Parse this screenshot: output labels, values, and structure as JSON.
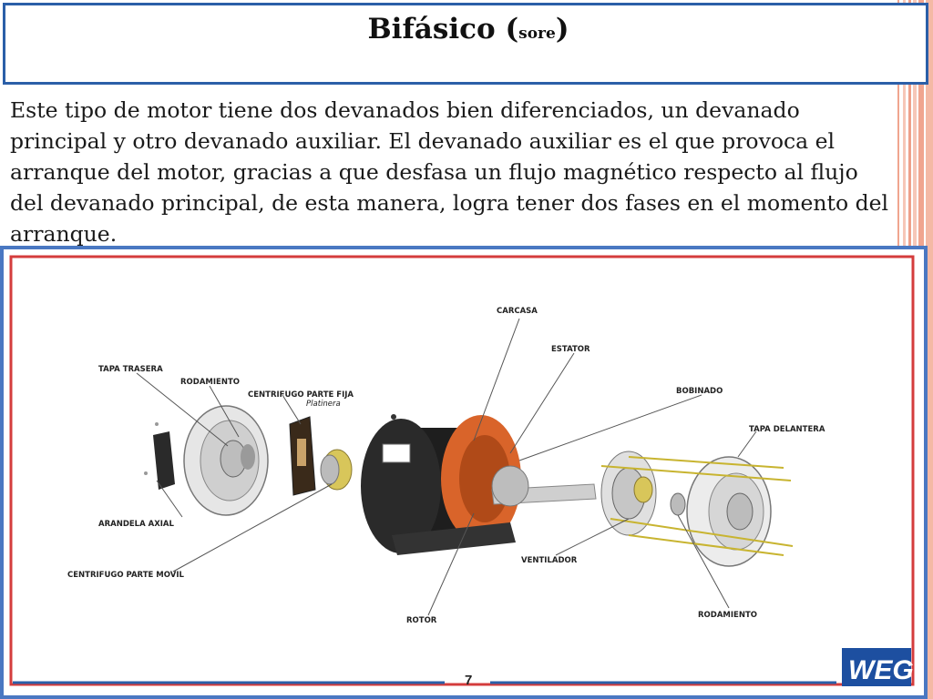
{
  "slide": {
    "title_main": "Bifásico (",
    "title_small": "sore",
    "title_close": ")",
    "body": " Este tipo de motor tiene dos devanados bien diferenciados, un devanado principal y otro devanado auxiliar. El devanado auxiliar es el que provoca el arranque del motor, gracias a que desfasa un flujo magnético respecto al flujo del devanado principal, de esta manera, logra tener dos fases en el momento del arranque."
  },
  "diagram": {
    "labels": {
      "carcasa": "CARCASA",
      "estator": "ESTATOR",
      "bobinado": "BOBINADO",
      "tapa_delantera": "TAPA DELANTERA",
      "tapa_trasera": "TAPA TRASERA",
      "rodamiento_rear": "RODAMIENTO",
      "centrifugo_fija": "CENTRIFUGO PARTE FIJA",
      "platinera": "Platinera",
      "arandela_axial": "ARANDELA AXIAL",
      "centrifugo_movil": "CENTRIFUGO PARTE MOVIL",
      "ventilador": "VENTILADOR",
      "rotor": "ROTOR",
      "rodamiento_front": "RODAMIENTO"
    },
    "page_number": "7",
    "logo_text": "WEG"
  },
  "colors": {
    "accent_blue": "#2b5fa8",
    "frame_red": "#d43c3c",
    "stripe_salmon": "#f0a58f",
    "stator_orange": "#d9642a",
    "motor_body": "#1e1e1e"
  }
}
